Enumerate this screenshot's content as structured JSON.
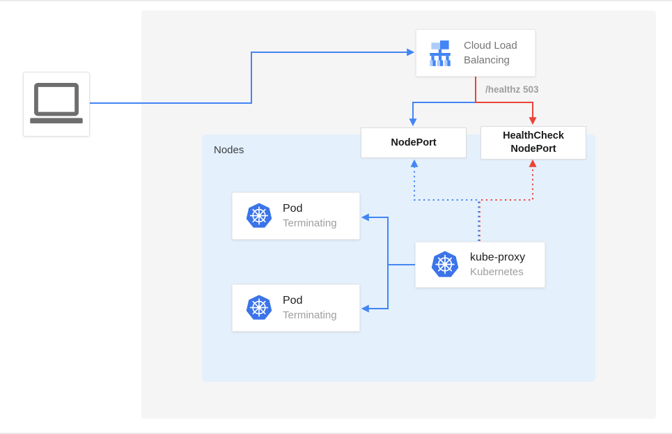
{
  "colors": {
    "blue": "#4285f4",
    "red": "#ea4335",
    "panel_bg": "#f5f5f6",
    "nodes_bg": "#e4f0fc",
    "kubernetes_blue": "#3b74e8"
  },
  "client": {
    "icon": "laptop-icon"
  },
  "cloud_load_balancing": {
    "label": "Cloud Load Balancing",
    "icon": "load-balancer-icon"
  },
  "healthz_badge": "/healthz 503",
  "nodeport": {
    "label": "NodePort"
  },
  "healthcheck_nodeport": {
    "label": "HealthCheck NodePort"
  },
  "nodes_group": {
    "label": "Nodes"
  },
  "pods": [
    {
      "title": "Pod",
      "subtitle": "Terminating",
      "icon": "kubernetes-icon"
    },
    {
      "title": "Pod",
      "subtitle": "Terminating",
      "icon": "kubernetes-icon"
    }
  ],
  "kube_proxy": {
    "title": "kube-proxy",
    "subtitle": "Kubernetes",
    "icon": "kubernetes-icon"
  }
}
